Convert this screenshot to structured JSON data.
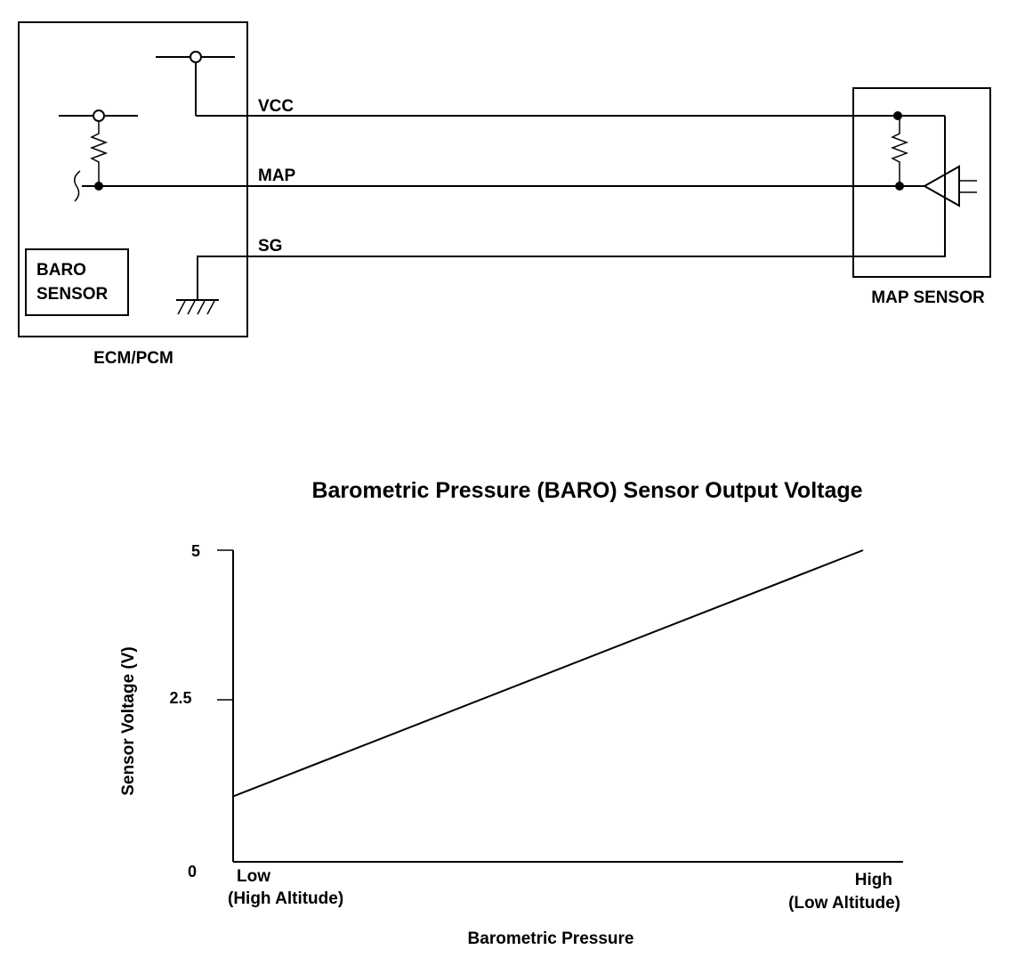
{
  "colors": {
    "line": "#000000",
    "background": "#ffffff"
  },
  "circuit": {
    "ecm_label": "ECM/PCM",
    "baro_sensor_label_line1": "BARO",
    "baro_sensor_label_line2": "SENSOR",
    "map_sensor_label": "MAP SENSOR",
    "wire_labels": {
      "vcc": "VCC",
      "map": "MAP",
      "sg": "SG"
    }
  },
  "chart_data": {
    "type": "line",
    "title": "Barometric Pressure (BARO) Sensor Output Voltage",
    "xlabel": "Barometric Pressure",
    "ylabel": "Sensor Voltage (V)",
    "x_tick_labels": [
      {
        "line1": "Low",
        "line2": "(High Altitude)"
      },
      {
        "line1": "High",
        "line2": "(Low Altitude)"
      }
    ],
    "y_tick_labels": [
      "5",
      "2.5",
      "0"
    ],
    "ylim": [
      0,
      5
    ],
    "xlim": [
      0,
      1
    ],
    "series": [
      {
        "x": [
          0,
          1
        ],
        "values": [
          1.05,
          5.0
        ]
      }
    ]
  }
}
